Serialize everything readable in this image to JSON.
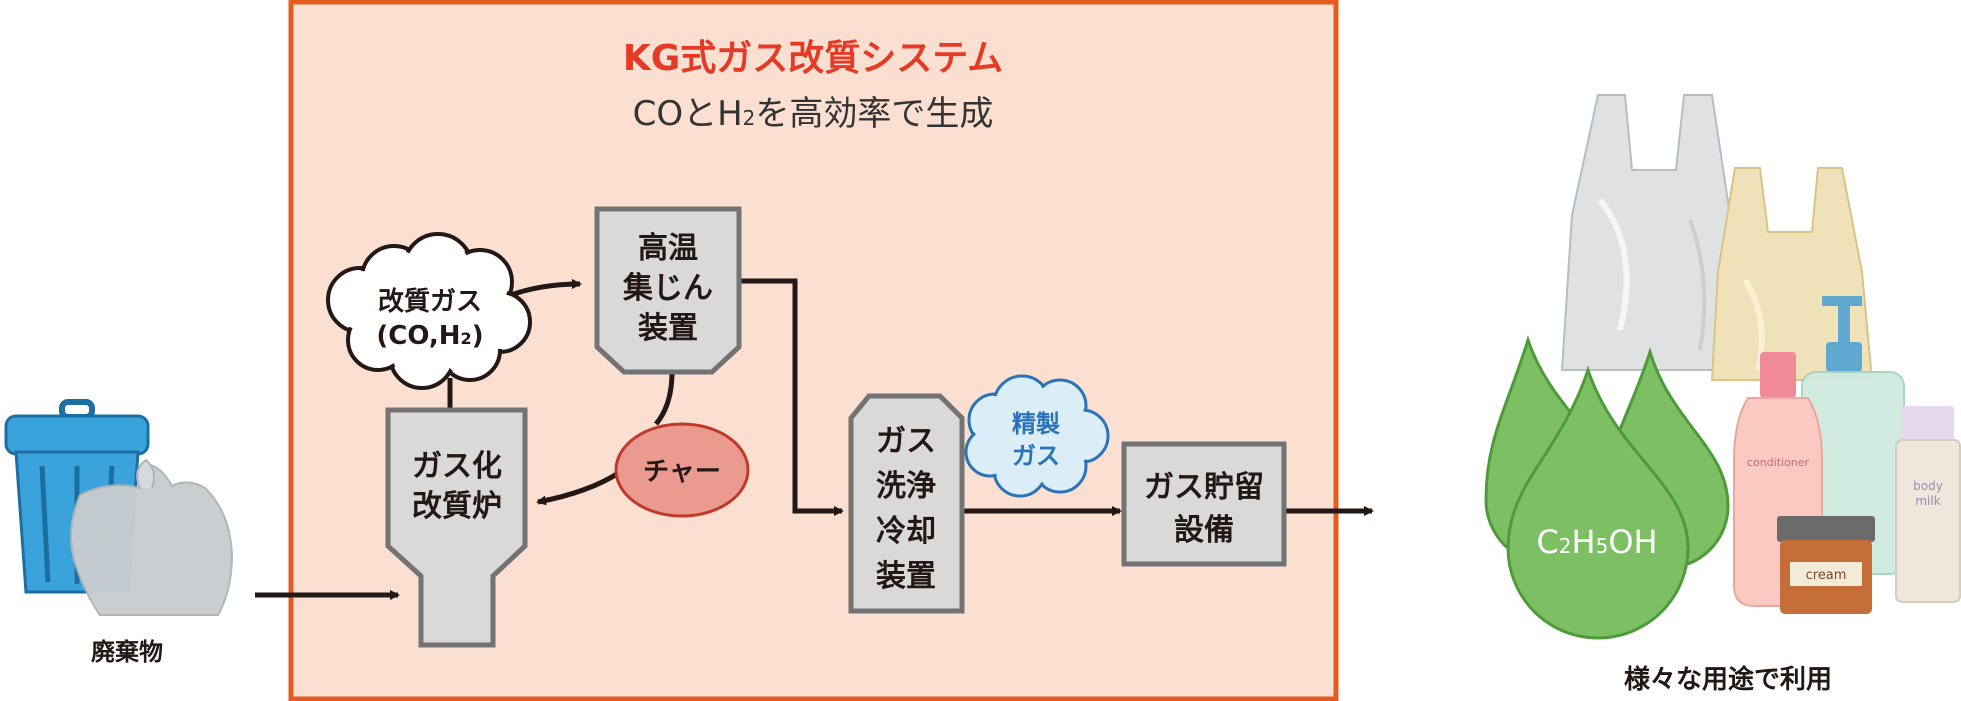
{
  "system": {
    "title": "KG式ガス改質システム",
    "subtitle_pre": "COとH",
    "subtitle_sub": "2",
    "subtitle_post": "を高効率で生成"
  },
  "waste": {
    "label": "廃棄物"
  },
  "usage": {
    "label": "様々な用途で利用"
  },
  "nodes": {
    "furnace": {
      "line1": "ガス化",
      "line2": "改質炉"
    },
    "dust_collector": {
      "line1": "高温",
      "line2": "集じん",
      "line3": "装置"
    },
    "washer": {
      "line1": "ガス",
      "line2": "洗浄",
      "line3": "冷却",
      "line4": "装置"
    },
    "storage": {
      "line1": "ガス貯留",
      "line2": "設備"
    }
  },
  "bubbles": {
    "reformed_gas": {
      "line1": "改質ガス",
      "line2_pre": "(CO,H",
      "line2_sub": "2",
      "line2_post": ")"
    },
    "refined_gas": {
      "line1": "精製",
      "line2": "ガス"
    },
    "char": {
      "label": "チャー"
    }
  },
  "products": {
    "ethanol": {
      "c": "C",
      "n1": "2",
      "h": "H",
      "n2": "5",
      "oh": "OH"
    },
    "conditioner": "conditioner",
    "body_milk_1": "body",
    "body_milk_2": "milk",
    "cream": "cream"
  },
  "colors": {
    "system_border": "#e25b1f",
    "system_fill": "#fbe0d2",
    "title_red": "#e53a25",
    "node_fill": "#d9d9d9",
    "node_stroke": "#737373",
    "arrow": "#231815",
    "char_fill": "#ea9a8f",
    "refined_text": "#2a73b8",
    "refined_fill": "#dbeef8",
    "bin_blue": "#3aa3dc",
    "drop_green": "#7cc063"
  }
}
